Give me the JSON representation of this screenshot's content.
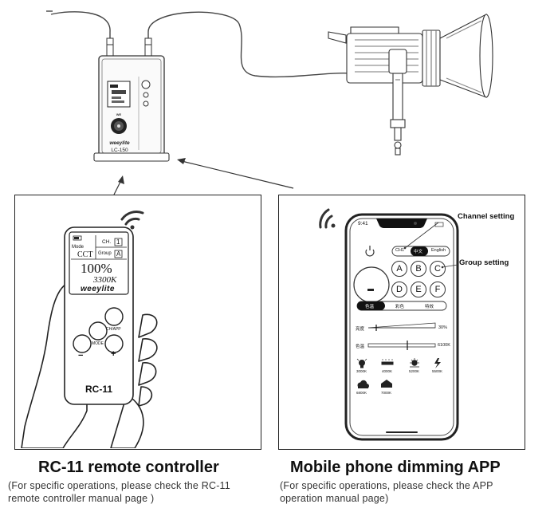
{
  "controller": {
    "brand": "weeylite",
    "model": "LC-150",
    "knob_label": "WE"
  },
  "remote": {
    "channel_label": "CH.",
    "channel_value": "1",
    "mode_label": "Mode",
    "mode_value": "CCT",
    "group_label": "Group",
    "group_value": "A",
    "brightness": "100%",
    "cct": "3300K",
    "brand": "weeylite",
    "button_right_label": "CH/APP",
    "button_mid_label": "MODE",
    "minus_label": "−",
    "plus_label": "+",
    "model": "RC-11"
  },
  "phone": {
    "time": "9:41",
    "channels": [
      "CH1",
      "中文",
      "English"
    ],
    "groups": [
      "A",
      "B",
      "C",
      "D",
      "E",
      "F"
    ],
    "tabs": [
      "色温",
      "彩色",
      "特效"
    ],
    "brightness_label": "亮度",
    "brightness_value": "30%",
    "cct_label": "色温",
    "cct_value": "6100K",
    "presets": [
      {
        "icon": "bulb-icon",
        "value": "3000K"
      },
      {
        "icon": "fluorescent-icon",
        "value": "4000K"
      },
      {
        "icon": "sun-icon",
        "value": "5200K"
      },
      {
        "icon": "flash-icon",
        "value": "5500K"
      },
      {
        "icon": "cloud-icon",
        "value": "6800K"
      },
      {
        "icon": "house-shade-icon",
        "value": "7000K"
      }
    ]
  },
  "callouts": {
    "channel_setting": "Channel setting",
    "group_setting": "Group setting"
  },
  "captions": {
    "left_title": "RC-11 remote controller",
    "left_sub_line1": "(For specific operations, please check the RC-11",
    "left_sub_line2": "remote controller manual page )",
    "right_title": "Mobile phone dimming APP",
    "right_sub_line1": "(For specific operations, please check the APP",
    "right_sub_line2": "operation manual page)"
  }
}
